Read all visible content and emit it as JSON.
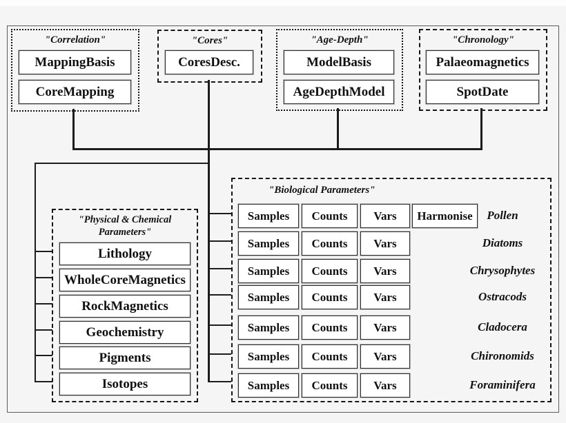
{
  "colors": {
    "background": "#f5f5f6",
    "box_fill": "#ffffff",
    "line": "#1c1c1c",
    "text": "#111111"
  },
  "groups": {
    "correlation": {
      "title": "\"Correlation\"",
      "tables": [
        "MappingBasis",
        "CoreMapping"
      ]
    },
    "cores": {
      "title": "\"Cores\"",
      "tables": [
        "CoresDesc."
      ]
    },
    "age_depth": {
      "title": "\"Age-Depth\"",
      "tables": [
        "ModelBasis",
        "AgeDepthModel"
      ]
    },
    "chronology": {
      "title": "\"Chronology\"",
      "tables": [
        "Palaeomagnetics",
        "SpotDate"
      ]
    },
    "physical": {
      "title_line1": "\"Physical & Chemical",
      "title_line2": "Parameters\"",
      "tables": [
        "Lithology",
        "WholeCoreMagnetics",
        "RockMagnetics",
        "Geochemistry",
        "Pigments",
        "Isotopes"
      ]
    },
    "biological": {
      "title": "\"Biological Parameters\"",
      "rows": [
        {
          "label": "Pollen",
          "tables": [
            "Samples",
            "Counts",
            "Vars",
            "Harmonise"
          ]
        },
        {
          "label": "Diatoms",
          "tables": [
            "Samples",
            "Counts",
            "Vars"
          ]
        },
        {
          "label": "Chrysophytes",
          "tables": [
            "Samples",
            "Counts",
            "Vars"
          ]
        },
        {
          "label": "Ostracods",
          "tables": [
            "Samples",
            "Counts",
            "Vars"
          ]
        },
        {
          "label": "Cladocera",
          "tables": [
            "Samples",
            "Counts",
            "Vars"
          ]
        },
        {
          "label": "Chironomids",
          "tables": [
            "Samples",
            "Counts",
            "Vars"
          ]
        },
        {
          "label": "Foraminifera",
          "tables": [
            "Samples",
            "Counts",
            "Vars"
          ]
        }
      ]
    }
  }
}
